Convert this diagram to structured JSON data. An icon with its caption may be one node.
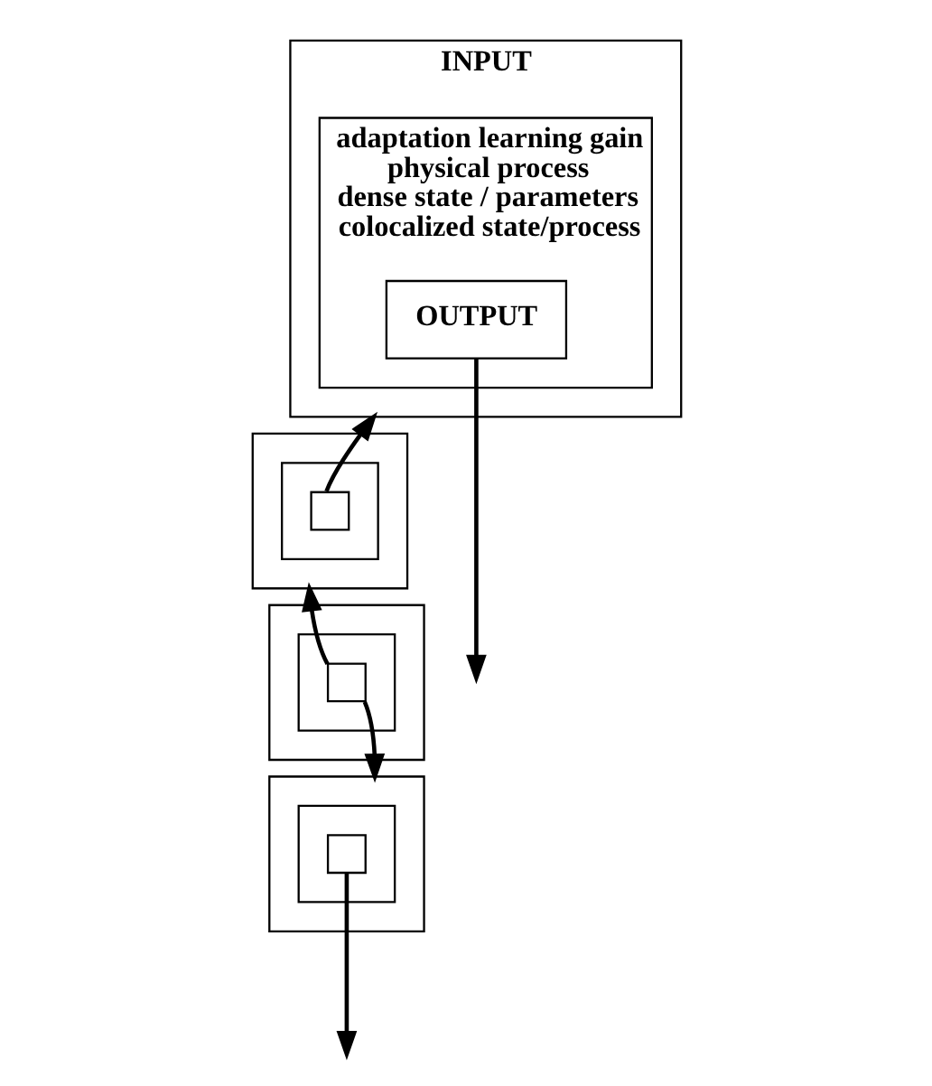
{
  "diagram": {
    "nodes": [
      {
        "text": [
          "INPUT"
        ]
      },
      {
        "text": [
          "adaptation learning gain",
          "physical process",
          "dense state / parameters",
          "colocalized state/process"
        ],
        "in": 0
      },
      {
        "text": [
          "OUTPUT"
        ],
        "in": 1
      },
      {
        "text": [],
        "shape": "box"
      },
      {
        "text": [],
        "shape": "box",
        "in": 3
      },
      {
        "text": [],
        "shape": "box",
        "in": 4
      },
      {
        "text": [],
        "shape": "box"
      },
      {
        "text": [],
        "shape": "box",
        "in": 6
      },
      {
        "text": [],
        "shape": "box",
        "in": 7
      },
      {
        "text": [],
        "shape": "box"
      },
      {
        "text": [],
        "shape": "box",
        "in": 9
      },
      {
        "text": [],
        "shape": "box",
        "in": 10
      }
    ],
    "edges": [
      {
        "from": 2,
        "to": null,
        "arrow": "to"
      },
      {
        "from": 5,
        "to": 0,
        "arrow": "to"
      },
      {
        "from": 8,
        "to": 3,
        "arrow": "to"
      },
      {
        "from": 8,
        "to": 9,
        "arrow": "to"
      },
      {
        "from": 11,
        "to": null,
        "arrow": "to"
      }
    ]
  }
}
